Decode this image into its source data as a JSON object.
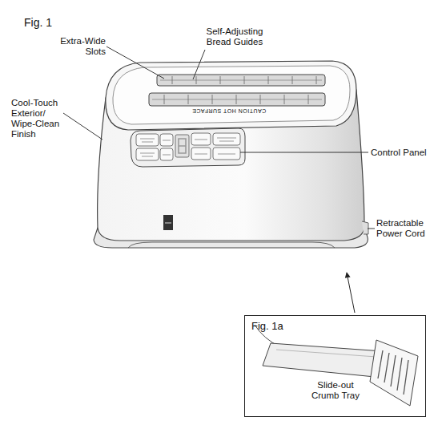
{
  "diagram": {
    "nodes": [
      {
        "text": [
          "Fig. 1a",
          "Slide-out Crumb Tray"
        ]
      }
    ],
    "labels": [
      "Fig. 1",
      "Extra-Wide Slots",
      "Self-Adjusting Bread Guides",
      "Cool-Touch Exterior/ Wipe-Clean Finish",
      "Control Panel",
      "Retractable Power Cord",
      "CAUTION HOT SURFACE"
    ]
  }
}
